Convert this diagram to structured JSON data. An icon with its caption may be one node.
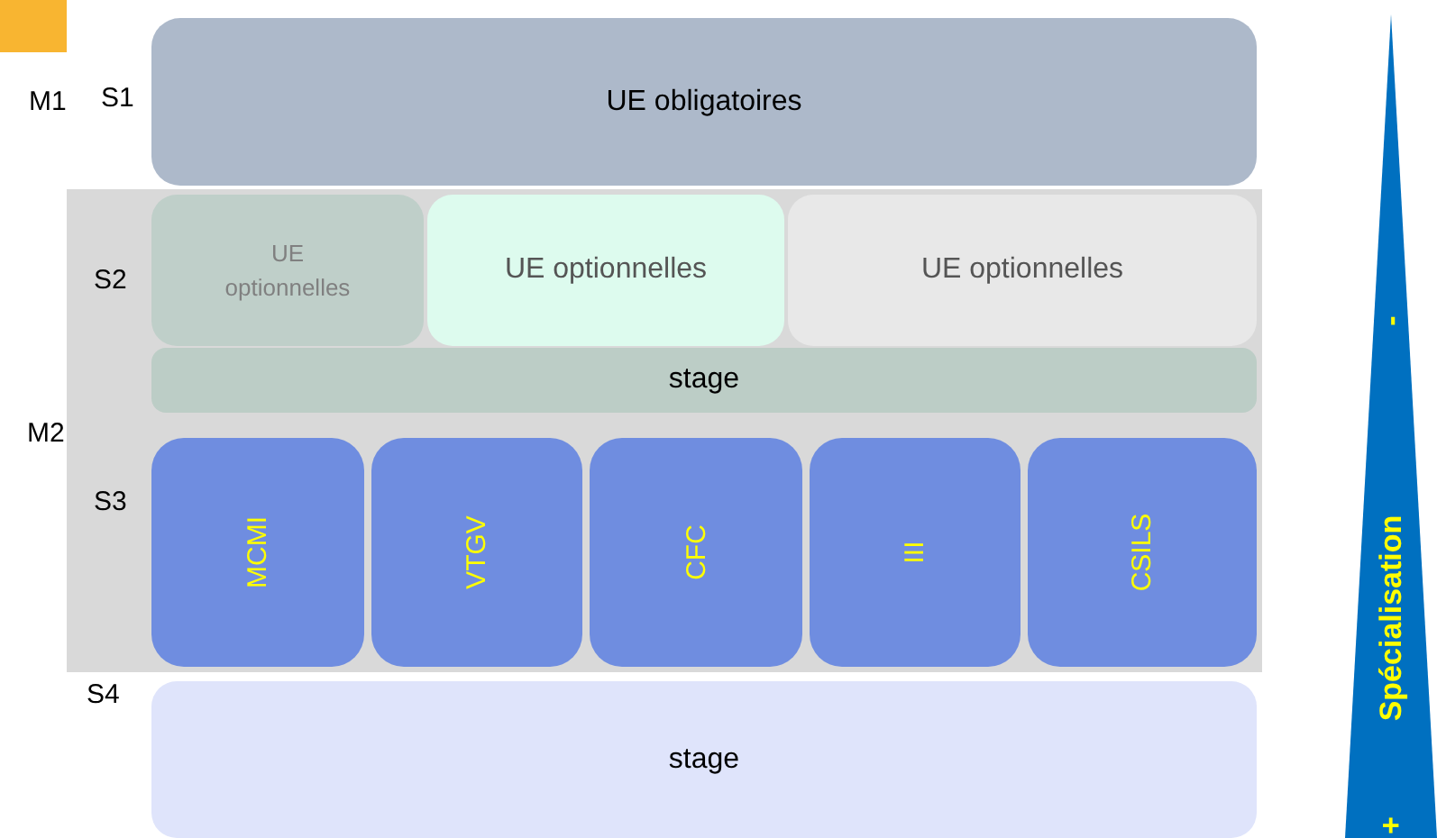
{
  "diagram": {
    "nodes": [
      {
        "text": [
          "UE obligatoires"
        ]
      },
      {
        "text": [
          "M2"
        ]
      },
      {
        "text": [
          "UE optionnelles"
        ],
        "in": 1
      },
      {
        "text": [
          "UE optionnelles"
        ],
        "in": 1
      },
      {
        "text": [
          "UE optionnelles"
        ],
        "in": 1
      },
      {
        "text": [
          "stage"
        ],
        "in": 1
      },
      {
        "text": [
          "MCMI"
        ],
        "in": 1
      },
      {
        "text": [
          "VTGV"
        ],
        "in": 1
      },
      {
        "text": [
          "CFC"
        ],
        "in": 1
      },
      {
        "text": [
          "III"
        ],
        "in": 1
      },
      {
        "text": [
          "CSILS"
        ],
        "in": 1
      },
      {
        "text": [
          "stage"
        ]
      },
      {
        "text": [
          "-",
          "Spécialisation",
          "+"
        ]
      }
    ],
    "edges": [],
    "labels": [
      "M1",
      "S1",
      "S2",
      "S3",
      "S4"
    ]
  }
}
